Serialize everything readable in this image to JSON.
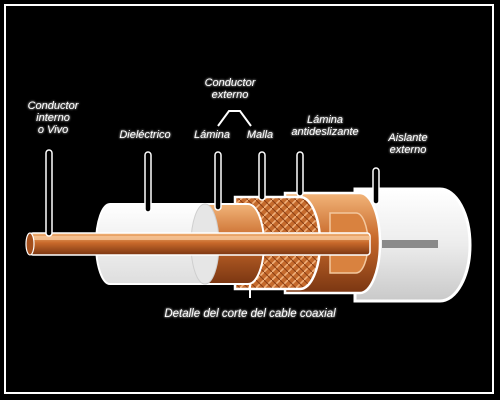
{
  "labels": {
    "inner_conductor": [
      "Conductor",
      "interno",
      "o Vivo"
    ],
    "dielectric": "Dieléctrico",
    "outer_conductor": [
      "Conductor",
      "externo"
    ],
    "foil": "Lámina",
    "braid": "Malla",
    "antislip_sheet": [
      "Lámina",
      "antideslizante"
    ],
    "outer_jacket": [
      "Aislante",
      "externo"
    ]
  },
  "caption": "Detalle del corte  del cable coaxial",
  "colors": {
    "background": "#000000",
    "copper": "#c8692a",
    "jacket": "#ebebeb",
    "dielectric": "#f4f4f4",
    "text": "#ffffff"
  }
}
